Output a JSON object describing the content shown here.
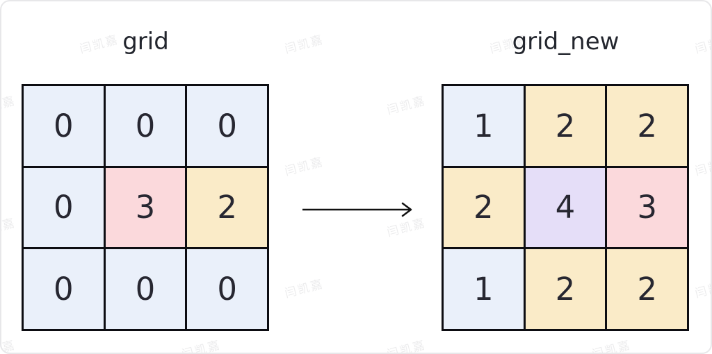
{
  "figure": {
    "left": {
      "title": "grid",
      "cells": [
        {
          "value": "0",
          "color": "blue"
        },
        {
          "value": "0",
          "color": "blue"
        },
        {
          "value": "0",
          "color": "blue"
        },
        {
          "value": "0",
          "color": "blue"
        },
        {
          "value": "3",
          "color": "pink"
        },
        {
          "value": "2",
          "color": "yellow"
        },
        {
          "value": "0",
          "color": "blue"
        },
        {
          "value": "0",
          "color": "blue"
        },
        {
          "value": "0",
          "color": "blue"
        }
      ]
    },
    "right": {
      "title": "grid_new",
      "cells": [
        {
          "value": "1",
          "color": "blue"
        },
        {
          "value": "2",
          "color": "yellow"
        },
        {
          "value": "2",
          "color": "yellow"
        },
        {
          "value": "2",
          "color": "yellow"
        },
        {
          "value": "4",
          "color": "purple"
        },
        {
          "value": "3",
          "color": "pink"
        },
        {
          "value": "1",
          "color": "blue"
        },
        {
          "value": "2",
          "color": "yellow"
        },
        {
          "value": "2",
          "color": "yellow"
        }
      ]
    },
    "arrow": {
      "direction": "right"
    }
  },
  "watermark": {
    "text": "闫凯嘉"
  },
  "colors": {
    "blue": "#eaf0fa",
    "pink": "#fbd9dc",
    "yellow": "#faebc8",
    "purple": "#e5def8",
    "grid_border": "#0d0d12",
    "digit": "#272731",
    "title": "#23262e",
    "arrow": "#111111",
    "card_border": "#e7e7e9"
  }
}
